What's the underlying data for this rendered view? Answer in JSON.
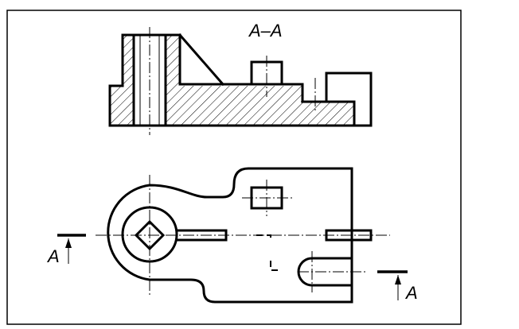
{
  "section_label": "A–A",
  "cutting_plane": {
    "left_label": "A",
    "right_label": "A"
  }
}
